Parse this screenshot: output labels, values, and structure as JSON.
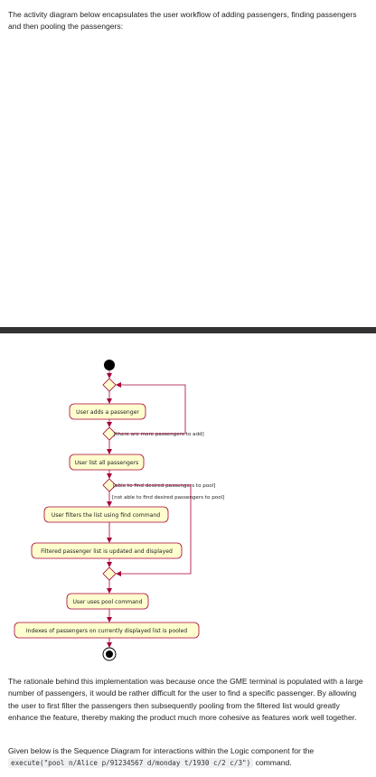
{
  "intro": "The activity diagram below encapsulates the user workflow of adding passengers, finding passengers and then pooling the passengers:",
  "diagram": {
    "actions": {
      "add_passenger": "User adds a passenger",
      "list_all": "User list all passengers",
      "filter": "User filters the list using find command",
      "updated": "Filtered passenger list is updated and displayed",
      "pool": "User uses pool command",
      "pooled": "Indexes of passengers on currently displayed list is pooled"
    },
    "guards": {
      "more_passengers": "[there are more passengers to add]",
      "able_to_find": "[able to find desired passengers to pool]",
      "not_able_to_find": "[not able to find desired passengers to pool]"
    },
    "colors": {
      "arrow": "#a80036",
      "node_fill": "#fefece",
      "node_border": "#a80036",
      "start": "#000000"
    }
  },
  "rationale": "The rationale behind this implementation was because once the GME terminal is populated with a large number of passengers, it would be rather difficult for the user to find a specific passenger. By allowing the user to first filter the passengers then subsequently pooling from the filtered list would greatly enhance the feature, thereby making the product much more cohesive as features work well together.",
  "sequence_intro": {
    "before": "Given below is the Sequence Diagram for interactions within the Logic component for the",
    "code": "execute(\"pool n/Alice p/91234567 d/monday t/1930 c/2 c/3\")",
    "after": "command."
  }
}
